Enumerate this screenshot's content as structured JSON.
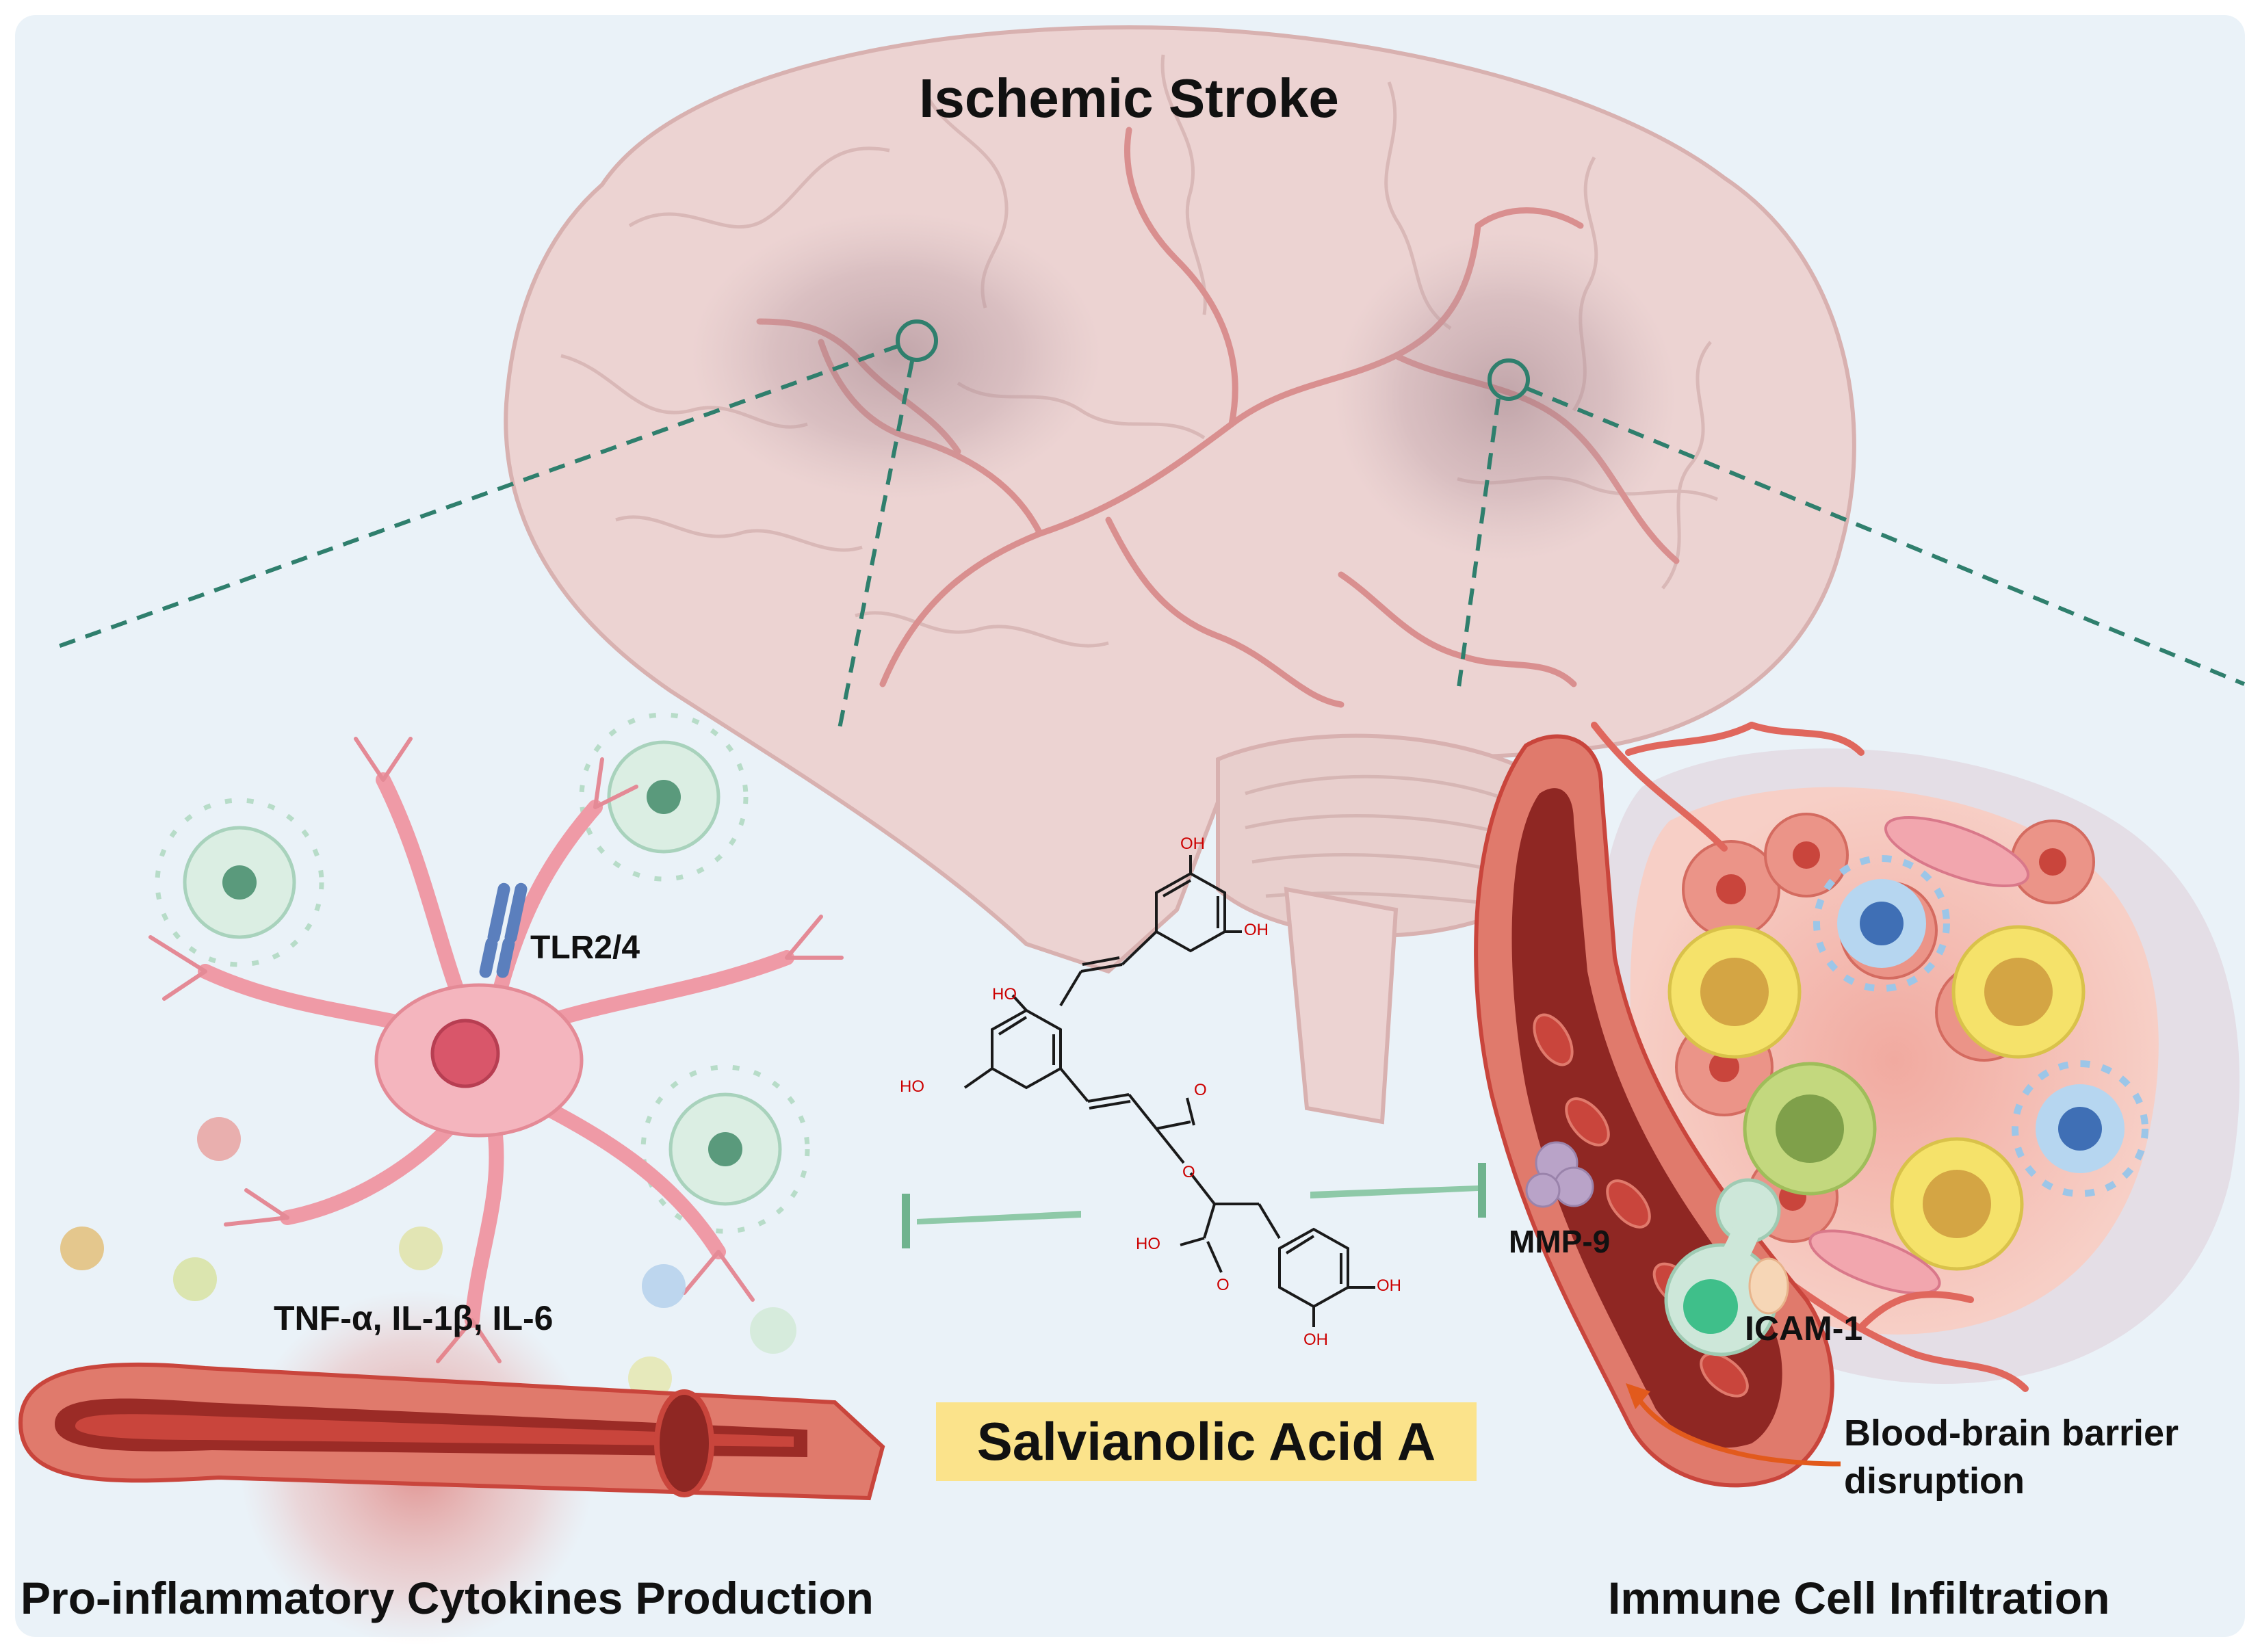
{
  "figure": {
    "title": "Ischemic Stroke",
    "receptor_label": "TLR2/4",
    "cytokines_label": "TNF-α, IL-1β, IL-6",
    "enzyme_label": "MMP-9",
    "adhesion_label": "ICAM-1",
    "bbb_label_line1": "Blood-brain barrier",
    "bbb_label_line2": "disruption",
    "drug_label": "Salvianolic Acid A",
    "left_panel_caption": "Pro-inflammatory Cytokines Production",
    "right_panel_caption": "Immune Cell Infiltration"
  },
  "structure": {
    "atom_labels": [
      "OH",
      "OH",
      "HO",
      "HO",
      "O",
      "O",
      "HO",
      "O",
      "OH",
      "OH"
    ]
  },
  "colors": {
    "background": "#eaf2f8",
    "brain": "#ecd3d2",
    "neuron": "#ef9aa6",
    "astrocyte": "#cde7d9",
    "vessel": "#c9453c",
    "inhibition": "#8ec9a8",
    "connector": "#2f7f6d",
    "highlight": "#fbe38b"
  }
}
